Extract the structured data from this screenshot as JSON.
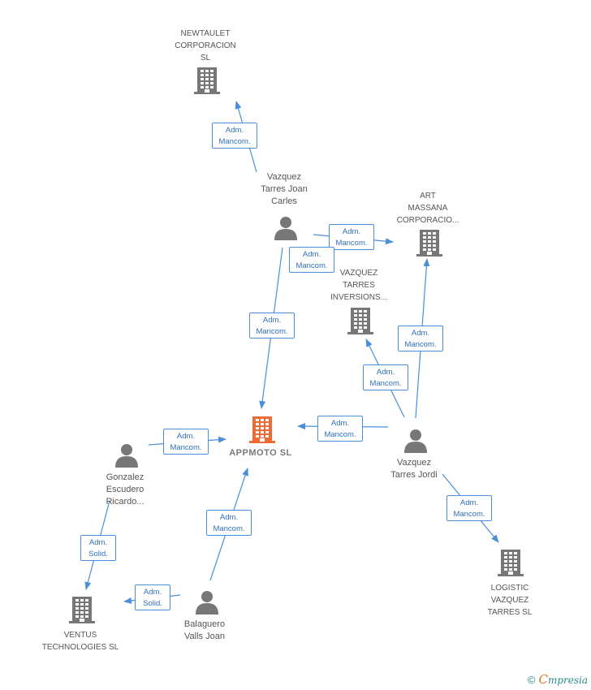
{
  "colors": {
    "edge": "#4a8fd9",
    "node": "#777777",
    "main_node": "#f06a35"
  },
  "nodes": {
    "newtaulet": {
      "kind": "company",
      "lines": [
        "NEWTAULET",
        "CORPORACION",
        "SL"
      ]
    },
    "art_massana": {
      "kind": "company",
      "lines": [
        "ART",
        "MASSANA",
        "CORPORACIO..."
      ]
    },
    "vazquez_inversions": {
      "kind": "company",
      "lines": [
        "VAZQUEZ",
        "TARRES",
        "INVERSIONS..."
      ]
    },
    "appmoto": {
      "kind": "company",
      "main": true,
      "lines": [
        "APPMOTO  SL"
      ]
    },
    "logistic": {
      "kind": "company",
      "lines": [
        "LOGISTIC",
        "VAZQUEZ",
        "TARRES SL"
      ]
    },
    "ventus": {
      "kind": "company",
      "lines": [
        "VENTUS",
        "TECHNOLOGIES SL"
      ]
    },
    "vazquez_joan": {
      "kind": "person",
      "lines": [
        "Vazquez",
        "Tarres Joan",
        "Carles"
      ]
    },
    "vazquez_jordi": {
      "kind": "person",
      "lines": [
        "Vazquez",
        "Tarres Jordi"
      ]
    },
    "gonzalez": {
      "kind": "person",
      "lines": [
        "Gonzalez",
        "Escudero",
        "Ricardo..."
      ]
    },
    "balaguero": {
      "kind": "person",
      "lines": [
        "Balaguero",
        "Valls Joan"
      ]
    }
  },
  "edges": [
    {
      "from": "vazquez_joan",
      "to": "newtaulet",
      "label": [
        "Adm.",
        "Mancom."
      ]
    },
    {
      "from": "vazquez_joan",
      "to": "art_massana",
      "label": [
        "Adm.",
        "Mancom."
      ]
    },
    {
      "from": "vazquez_joan",
      "to": "vazquez_inversions",
      "label": [
        "Adm.",
        "Mancom."
      ]
    },
    {
      "from": "vazquez_joan",
      "to": "appmoto",
      "label": [
        "Adm.",
        "Mancom."
      ]
    },
    {
      "from": "vazquez_jordi",
      "to": "art_massana",
      "label": [
        "Adm.",
        "Mancom."
      ]
    },
    {
      "from": "vazquez_jordi",
      "to": "vazquez_inversions",
      "label": [
        "Adm.",
        "Mancom."
      ]
    },
    {
      "from": "vazquez_jordi",
      "to": "appmoto",
      "label": [
        "Adm.",
        "Mancom."
      ]
    },
    {
      "from": "vazquez_jordi",
      "to": "logistic",
      "label": [
        "Adm.",
        "Mancom."
      ]
    },
    {
      "from": "gonzalez",
      "to": "appmoto",
      "label": [
        "Adm.",
        "Mancom."
      ]
    },
    {
      "from": "gonzalez",
      "to": "ventus",
      "label": [
        "Adm.",
        "Solid."
      ]
    },
    {
      "from": "balaguero",
      "to": "appmoto",
      "label": [
        "Adm.",
        "Mancom."
      ]
    },
    {
      "from": "balaguero",
      "to": "ventus",
      "label": [
        "Adm.",
        "Solid."
      ]
    }
  ],
  "footer": {
    "copyright_symbol": "©",
    "brand_first": "C",
    "brand_rest": "mpresia"
  }
}
